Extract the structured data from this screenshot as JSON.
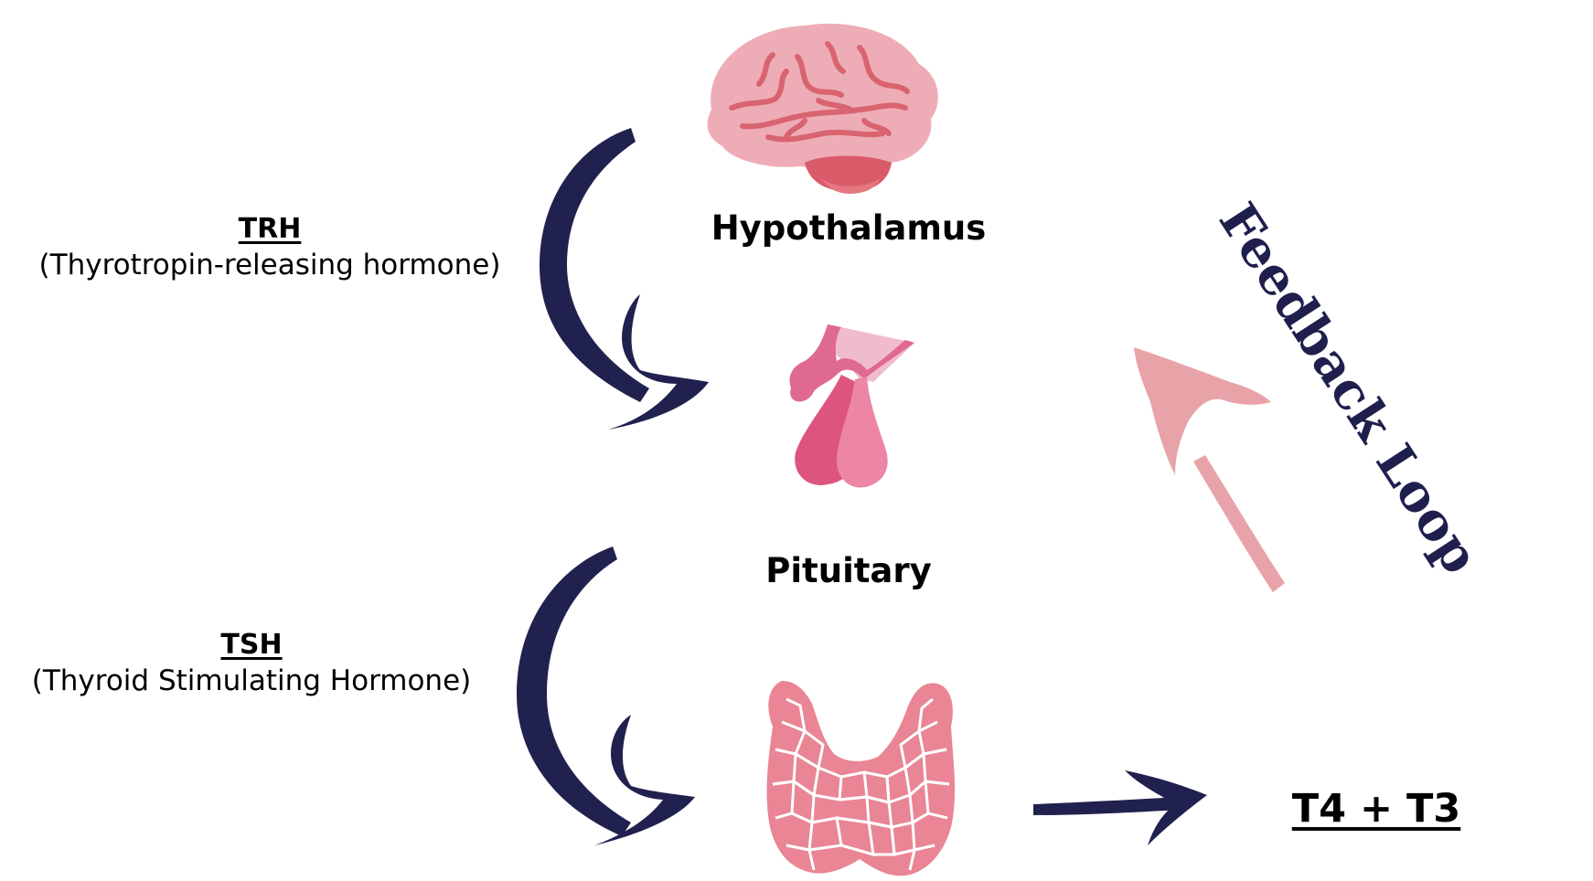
{
  "organs": {
    "hypothalamus": {
      "label": "Hypothalamus"
    },
    "pituitary": {
      "label": "Pituitary"
    },
    "thyroid": {
      "label": ""
    }
  },
  "hormones": {
    "trh": {
      "abbr": "TRH",
      "full": "(Thyrotropin-releasing hormone)"
    },
    "tsh": {
      "abbr": "TSH",
      "full": "(Thyroid Stimulating Hormone)"
    }
  },
  "output": {
    "label": "T4 + T3"
  },
  "feedback": {
    "label": "Feedback Loop"
  },
  "colors": {
    "arrow_dark": "#21214f",
    "arrow_pink": "#e8a3a8",
    "brain_light": "#eeadb6",
    "brain_lines": "#d96470",
    "brain_base": "#d95b6a",
    "pituitary_pink": "#ec86a4",
    "pituitary_dark": "#dd557e",
    "thyroid_fill": "#e98594",
    "thyroid_edge": "#ffffff"
  }
}
